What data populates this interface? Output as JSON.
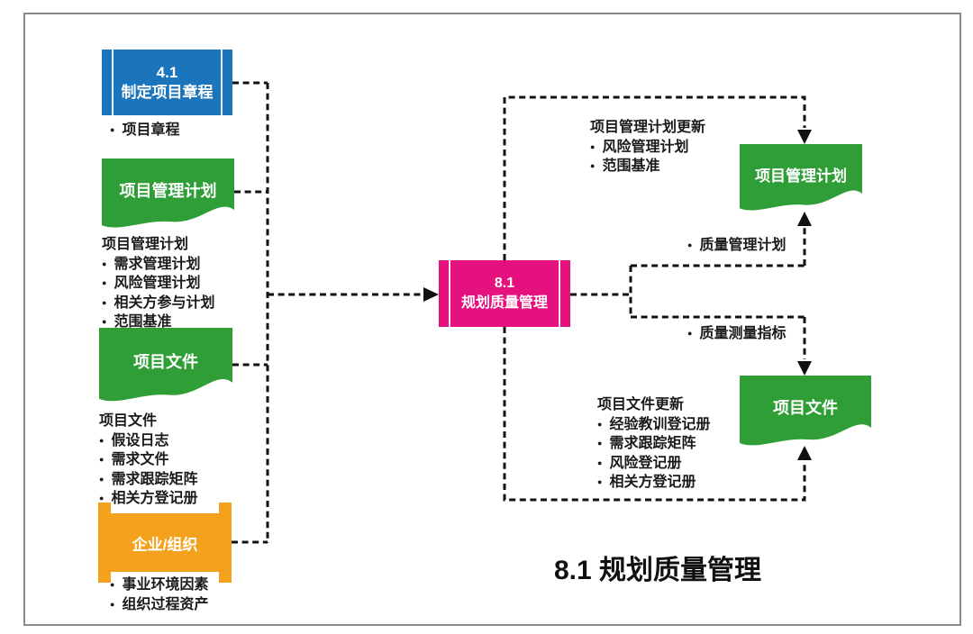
{
  "colors": {
    "blue": "#1B75BC",
    "green": "#2F9E36",
    "orange": "#F4A11D",
    "pink": "#E5117F",
    "line": "#111111",
    "frame": "#8A8A8A",
    "text": "#1A1A1A"
  },
  "caption": "8.1 规划质量管理",
  "inputs": {
    "charter": {
      "code": "4.1",
      "name": "制定项目章程",
      "outputs": [
        "项目章程"
      ]
    },
    "pm_plan": {
      "box_label": "项目管理计划",
      "list_header": "项目管理计划",
      "items": [
        "需求管理计划",
        "风险管理计划",
        "相关方参与计划",
        "范围基准"
      ]
    },
    "docs": {
      "box_label": "项目文件",
      "list_header": "项目文件",
      "items": [
        "假设日志",
        "需求文件",
        "需求跟踪矩阵",
        "相关方登记册"
      ]
    },
    "org": {
      "box_label": "企业/组织",
      "items": [
        "事业环境因素",
        "组织过程资产"
      ]
    }
  },
  "process": {
    "code": "8.1",
    "name": "规划质量管理"
  },
  "outputs": {
    "pm_plan_updates": {
      "header": "项目管理计划更新",
      "items": [
        "风险管理计划",
        "范围基准"
      ]
    },
    "pm_plan_box": "项目管理计划",
    "to_pm_plan_bullet": "质量管理计划",
    "to_docs_bullet": "质量测量指标",
    "docs_updates": {
      "header": "项目文件更新",
      "items": [
        "经验教训登记册",
        "需求跟踪矩阵",
        "风险登记册",
        "相关方登记册"
      ]
    },
    "docs_box": "项目文件"
  }
}
